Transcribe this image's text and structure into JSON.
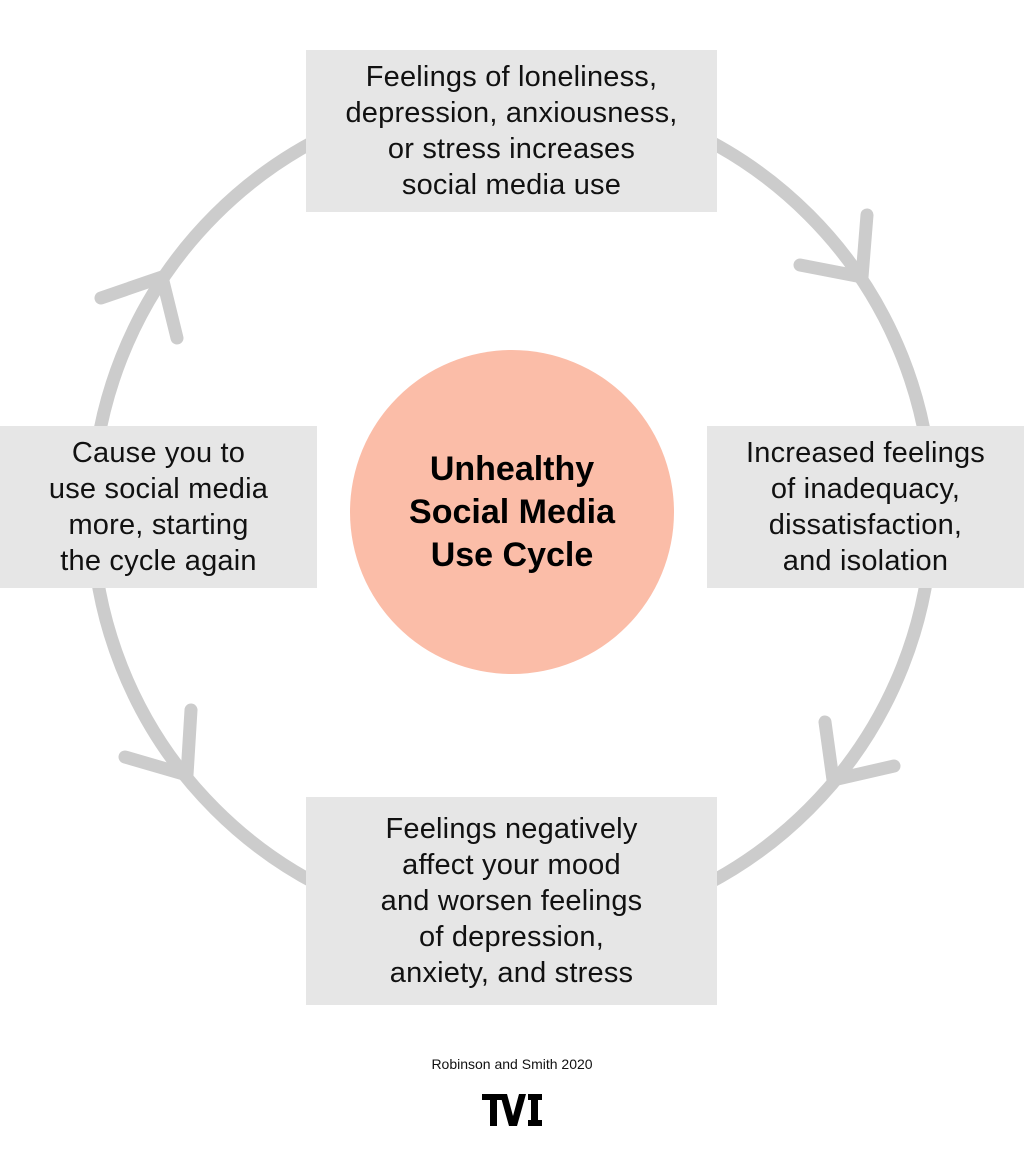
{
  "center": {
    "title": "Unhealthy\nSocial Media\nUse Cycle"
  },
  "steps": [
    {
      "text": "Feelings of loneliness,\ndepression, anxiousness,\nor stress increases\nsocial media use"
    },
    {
      "text": "Increased feelings\nof inadequacy,\ndissatisfaction,\nand isolation"
    },
    {
      "text": "Feelings negatively\naffect your mood\nand worsen feelings\nof depression,\nanxiety, and stress"
    },
    {
      "text": "Cause you to\nuse social media\nmore, starting\nthe cycle again"
    }
  ],
  "source": "Robinson and Smith 2020",
  "logo": {
    "text": "TVI",
    "color": "#000000"
  },
  "colors": {
    "ring": "#cccccc",
    "box": "#e6e6e6",
    "center": "#fbbda8"
  }
}
